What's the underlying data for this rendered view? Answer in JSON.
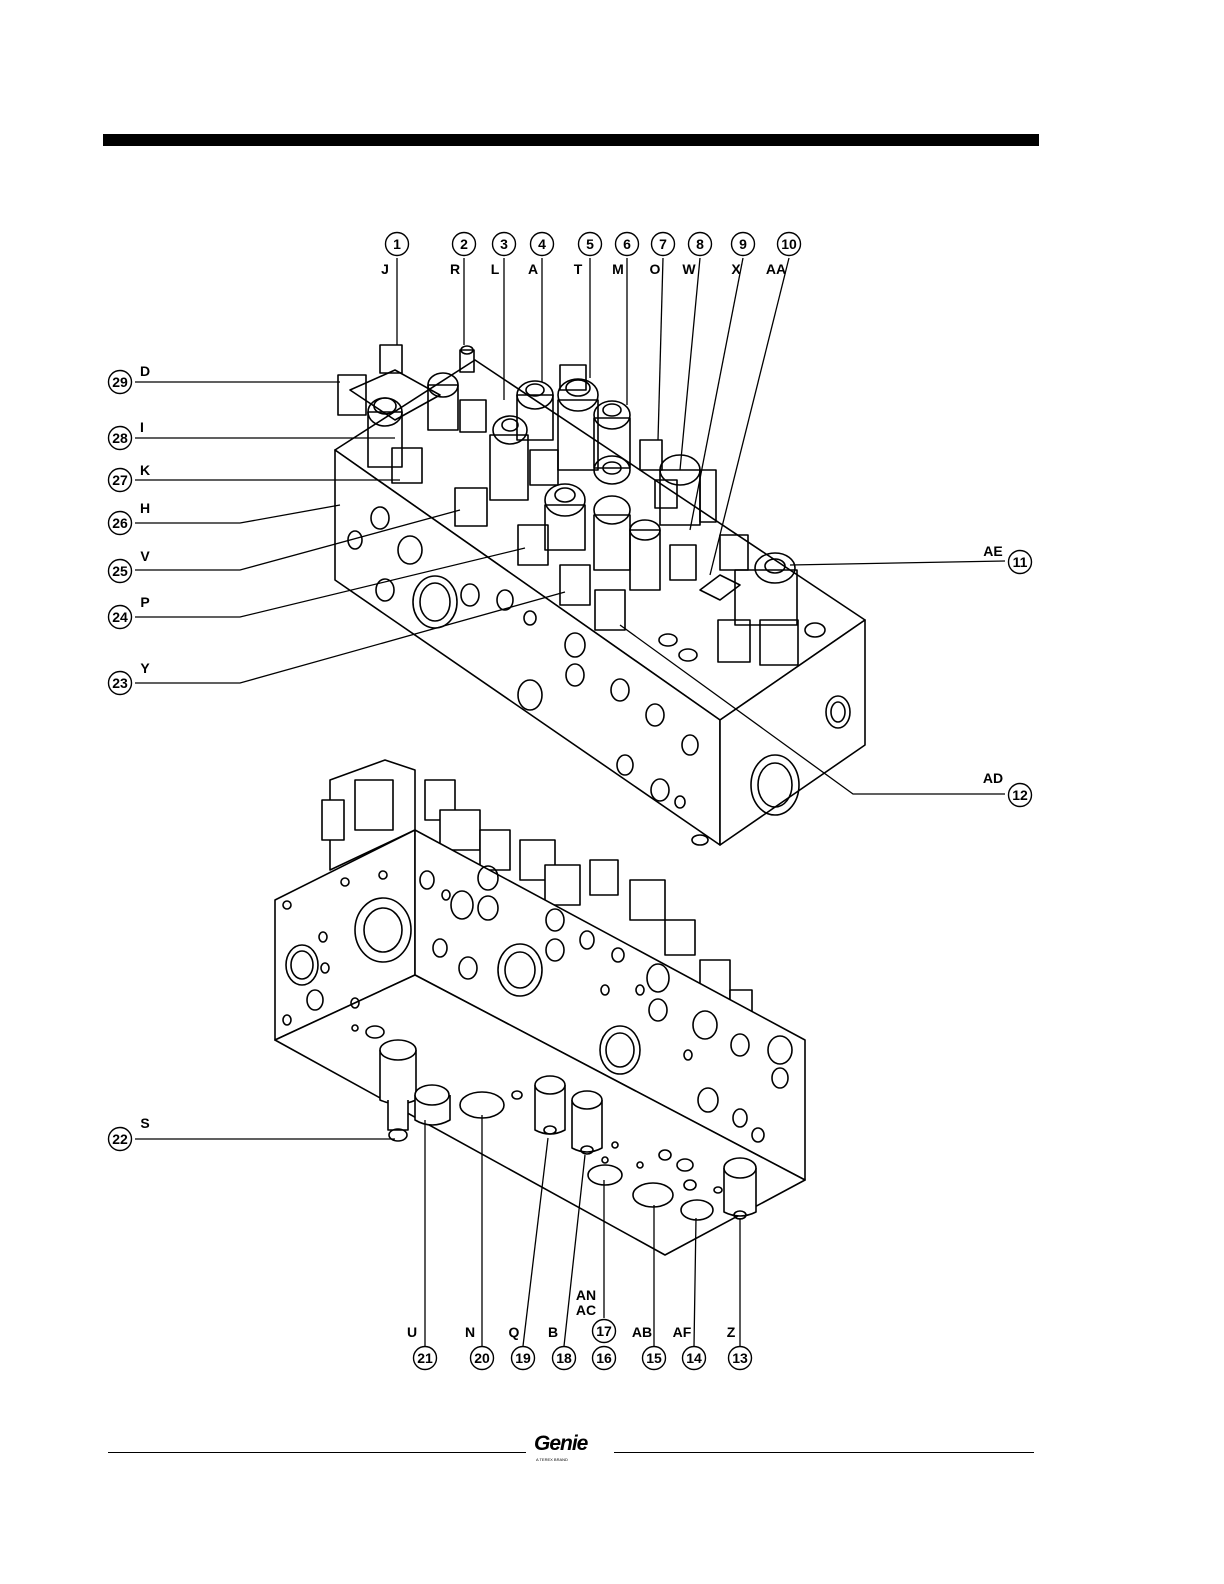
{
  "callouts": [
    {
      "num": "1",
      "letter": "J"
    },
    {
      "num": "2",
      "letter": "R"
    },
    {
      "num": "3",
      "letter": "L"
    },
    {
      "num": "4",
      "letter": "A"
    },
    {
      "num": "5",
      "letter": "T"
    },
    {
      "num": "6",
      "letter": "M"
    },
    {
      "num": "7",
      "letter": "O"
    },
    {
      "num": "8",
      "letter": "W"
    },
    {
      "num": "9",
      "letter": "X"
    },
    {
      "num": "10",
      "letter": "AA"
    },
    {
      "num": "11",
      "letter": "AE"
    },
    {
      "num": "12",
      "letter": "AD"
    },
    {
      "num": "13",
      "letter": "Z"
    },
    {
      "num": "14",
      "letter": "AF"
    },
    {
      "num": "15",
      "letter": "AB"
    },
    {
      "num": "16",
      "letter": "AC"
    },
    {
      "num": "17",
      "letter": "AN"
    },
    {
      "num": "18",
      "letter": "B"
    },
    {
      "num": "19",
      "letter": "Q"
    },
    {
      "num": "20",
      "letter": "N"
    },
    {
      "num": "21",
      "letter": "U"
    },
    {
      "num": "22",
      "letter": "S"
    },
    {
      "num": "23",
      "letter": "Y"
    },
    {
      "num": "24",
      "letter": "P"
    },
    {
      "num": "25",
      "letter": "V"
    },
    {
      "num": "26",
      "letter": "H"
    },
    {
      "num": "27",
      "letter": "K"
    },
    {
      "num": "28",
      "letter": "I"
    },
    {
      "num": "29",
      "letter": "D"
    }
  ],
  "footer": {
    "logo": "Genie",
    "logo_sub": "A TEREX BRAND"
  }
}
